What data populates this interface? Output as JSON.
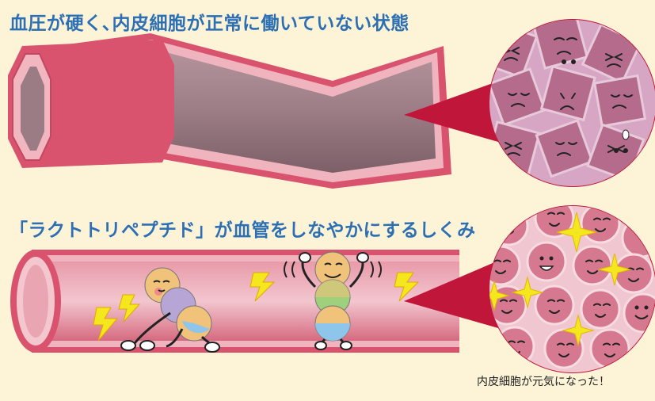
{
  "headings": {
    "stiff": "血圧が硬く､内皮細胞が正常に働いていない状態",
    "supple": "「ラクトトリペプチド」が血管をしなやかにするしくみ"
  },
  "caption": "内皮細胞が元気になった！",
  "colors": {
    "background": "#fdf4d7",
    "heading": "#2c6fb4",
    "vessel_outer": "#d9536e",
    "vessel_inner": "#9a7b83",
    "callout": "#c0163a",
    "spark": "#f5e71e"
  },
  "icons": [
    "lightning-bolt-icon",
    "sparkle-icon",
    "smiley-cell-icon",
    "sad-cell-icon"
  ]
}
